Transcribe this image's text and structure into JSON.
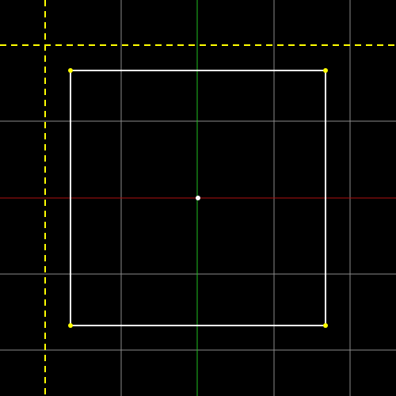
{
  "viewport": {
    "background_color": "#000000",
    "grid_color": "#8a8a8a",
    "x_axis_color": "#b01010",
    "y_axis_color": "#20c020",
    "guide_color": "#ffff00",
    "shape_color": "#ffffff",
    "vertex_color": "#ffff00",
    "origin_color": "#ffffff"
  },
  "shape": {
    "kind": "rectangle",
    "vertex_count": 4,
    "vertex_icon": "vertex-handle",
    "origin_icon": "origin-point"
  },
  "guides": {
    "style": "dashed",
    "orientations": [
      "horizontal",
      "vertical"
    ]
  }
}
